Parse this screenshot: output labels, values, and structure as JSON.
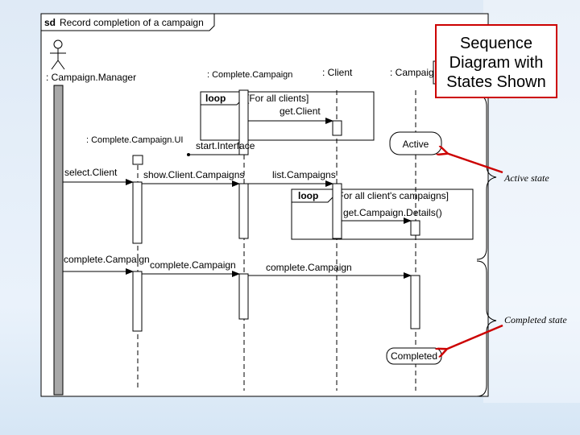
{
  "frame": {
    "tag": "sd",
    "title": "Record completion of a campaign"
  },
  "lifelines": {
    "campaign_manager": ": Campaign.Manager",
    "complete_campaign": ": Complete.Campaign",
    "client": ": Client",
    "campaign": ": Campaign",
    "complete_campaign_ui": ": Complete.Campaign.UI"
  },
  "fragments": {
    "loop1_keyword": "loop",
    "loop1_guard": "[For all clients]",
    "loop2_keyword": "loop",
    "loop2_guard": "[For all client's campaigns]"
  },
  "messages": {
    "get_client": "get.Client",
    "start_interface": "start.Interface",
    "select_client": "select.Client",
    "show_client_campaigns": "show.Client.Campaigns",
    "list_campaigns": "list.Campaigns",
    "get_campaign_details": "get.Campaign.Details()",
    "complete_campaign_1": "complete.Campaign",
    "complete_campaign_2": "complete.Campaign",
    "complete_campaign_3": "complete.Campaign"
  },
  "states": {
    "active": "Active",
    "completed": "Completed"
  },
  "annotations": {
    "active_state": "Active state",
    "completed_state": "Completed state"
  },
  "callout": {
    "line1": "Sequence",
    "line2": "Diagram with",
    "line3": "States Shown"
  },
  "colors": {
    "callout_border": "#cc0000",
    "annotation_arrow": "#cc0000",
    "activation": "#ffffff"
  }
}
